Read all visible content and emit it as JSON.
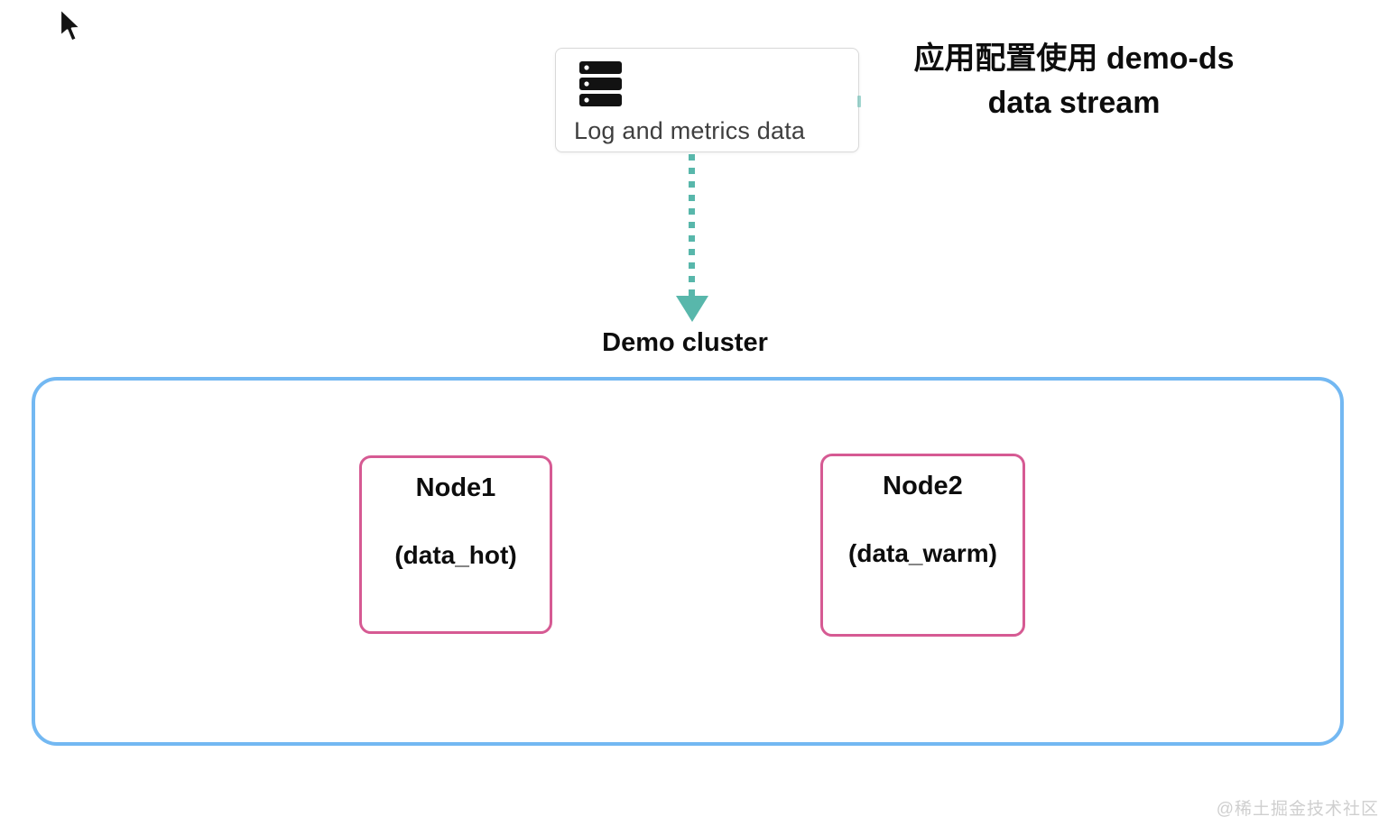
{
  "source_box": {
    "label": "Log and metrics data",
    "icon": "server-stack-icon"
  },
  "annotation": {
    "line1": "应用配置使用 demo-ds",
    "line2": "data stream"
  },
  "arrow": {
    "direction": "down",
    "style": "dotted",
    "color": "#58b7ab"
  },
  "cluster": {
    "label": "Demo cluster",
    "border_color": "#73b8f2",
    "node_border_color": "#d65a93",
    "nodes": [
      {
        "name": "Node1",
        "tier": "(data_hot)"
      },
      {
        "name": "Node2",
        "tier": "(data_warm)"
      }
    ]
  },
  "watermark": "@稀土掘金技术社区",
  "colors": {
    "teal_arrow": "#58b7ab",
    "pink_node_border": "#d65a93",
    "blue_cluster_border": "#73b8f2",
    "source_label_text": "#3f3f3f",
    "heading_text": "#0d0d0d",
    "source_box_border": "#d9d9d9",
    "watermark_gray": "#cfcfcf",
    "background": "#ffffff"
  }
}
